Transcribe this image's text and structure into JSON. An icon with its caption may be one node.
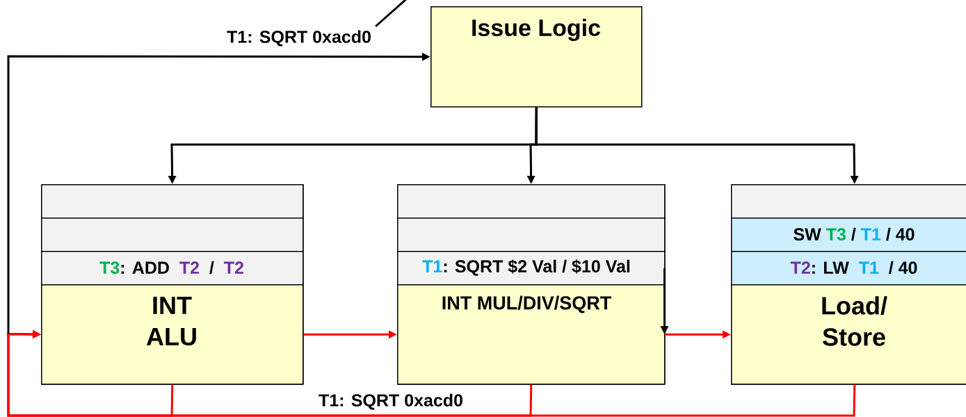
{
  "diagram": {
    "nodes": [
      {
        "text": [
          "Issue Logic"
        ]
      },
      {
        "text": [],
        "shape": "box"
      },
      {
        "text": [],
        "shape": "box",
        "in": 1
      },
      {
        "text": [],
        "shape": "box",
        "in": 1
      },
      {
        "text": [
          "T3",
          ": ADD",
          "T2",
          "/",
          "T2"
        ],
        "in": 1
      },
      {
        "text": [
          "INT ALU"
        ],
        "in": 1
      },
      {
        "text": [],
        "shape": "box"
      },
      {
        "text": [],
        "shape": "box",
        "in": 6
      },
      {
        "text": [],
        "shape": "box",
        "in": 6
      },
      {
        "text": [
          "T1",
          ": SQRT $2 Val / $10 Val"
        ],
        "in": 6
      },
      {
        "text": [
          "INT MUL/DIV/SQRT"
        ],
        "in": 6
      },
      {
        "text": [],
        "shape": "box"
      },
      {
        "text": [],
        "shape": "box",
        "in": 11
      },
      {
        "text": [
          "SW",
          "T3",
          "/",
          "T1",
          "/ 40"
        ],
        "in": 11
      },
      {
        "text": [
          "T2",
          ": LW",
          "T1",
          "/  40"
        ],
        "in": 11
      },
      {
        "text": [
          "Load/ Store"
        ],
        "in": 11
      }
    ],
    "edges": [
      {
        "from": 0,
        "to": 1,
        "arrow": "to"
      },
      {
        "from": 0,
        "to": 6,
        "arrow": "to"
      },
      {
        "from": 0,
        "to": 11,
        "arrow": "to"
      },
      {
        "from": 5,
        "to": 10,
        "arrow": "to",
        "color": "#ff0000"
      },
      {
        "from": 10,
        "to": 15,
        "arrow": "to",
        "color": "#ff0000"
      },
      {
        "from": 9,
        "to": 10,
        "arrow": "to"
      },
      {
        "from": 5,
        "to": 5,
        "arrow": "to",
        "color": "#ff0000"
      },
      {
        "from": 10,
        "to": 5,
        "arrow": "to",
        "color": "#ff0000",
        "label": "T1: SQRT 0xacd0"
      },
      {
        "from": 15,
        "to": 5,
        "arrow": "to",
        "color": "#ff0000"
      },
      {
        "from": null,
        "to": 0,
        "arrow": "to",
        "label": "T1: SQRT 0xacd0"
      }
    ]
  }
}
